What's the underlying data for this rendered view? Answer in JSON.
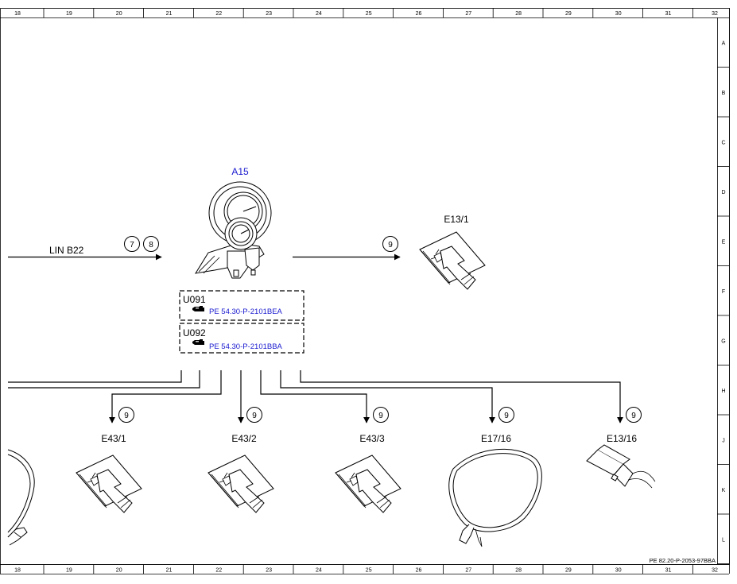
{
  "grid": {
    "columns": [
      "18",
      "19",
      "20",
      "21",
      "22",
      "23",
      "24",
      "25",
      "26",
      "27",
      "28",
      "29",
      "30",
      "31",
      "32"
    ],
    "rows": [
      "A",
      "B",
      "C",
      "D",
      "E",
      "F",
      "G",
      "H",
      "J",
      "K",
      "L"
    ]
  },
  "components": {
    "a15": {
      "label": "A15",
      "color": "#1a1ad0"
    },
    "e13_1": {
      "label": "E13/1"
    },
    "e43_1": {
      "label": "E43/1"
    },
    "e43_2": {
      "label": "E43/2"
    },
    "e43_3": {
      "label": "E43/3"
    },
    "e17_16": {
      "label": "E17/16"
    },
    "e13_16": {
      "label": "E13/16"
    }
  },
  "bus": {
    "label": "LIN B22"
  },
  "markers": {
    "m7": "7",
    "m8": "8",
    "m9": "9"
  },
  "control_units": [
    {
      "code": "U091",
      "ref": "PE 54.30-P-2101BEA",
      "ref_color": "#1a1ad0"
    },
    {
      "code": "U092",
      "ref": "PE 54.30-P-2101BBA",
      "ref_color": "#1a1ad0"
    }
  ],
  "footer": {
    "doc_ref": "PE 82.20-P-2053-97BBA"
  },
  "icons": {
    "ref_icon": "pointing-hand-icon"
  }
}
